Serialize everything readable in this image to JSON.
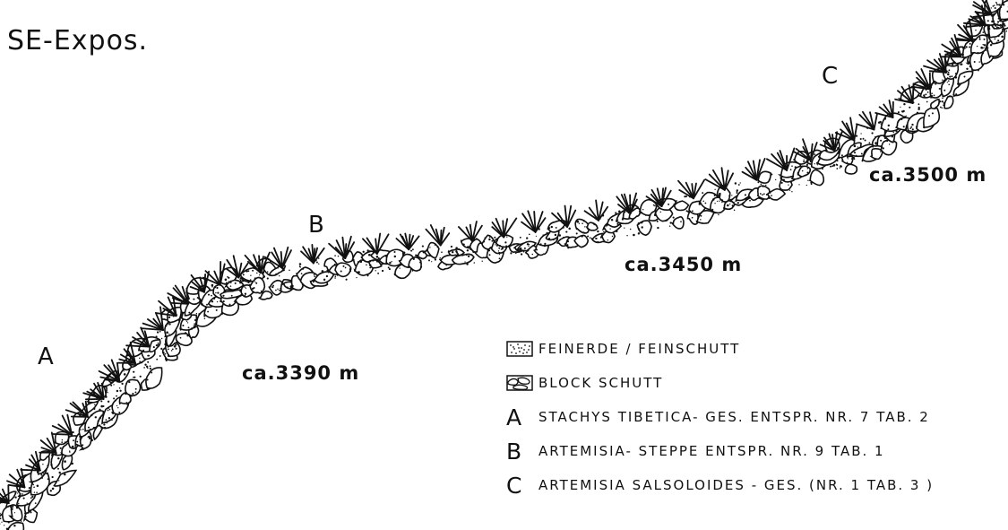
{
  "title": "SE-Expos.",
  "zones": {
    "A": "A",
    "B": "B",
    "C": "C"
  },
  "elevations": {
    "low": "ca.3390 m",
    "mid": "ca.3450 m",
    "high": "ca.3500 m"
  },
  "legend": {
    "fine": "FEINERDE / FEINSCHUTT",
    "block": "BLOCK SCHUTT",
    "items": [
      {
        "key": "A",
        "text": "STACHYS TIBETICA- GES. ENTSPR. NR. 7 TAB. 2"
      },
      {
        "key": "B",
        "text": "ARTEMISIA- STEPPE ENTSPR. NR. 9 TAB. 1"
      },
      {
        "key": "C",
        "text": "ARTEMISIA SALSOLOIDES - GES. (NR. 1 TAB. 3 )"
      }
    ]
  },
  "colors": {
    "ink": "#111111",
    "paper": "#ffffff"
  }
}
